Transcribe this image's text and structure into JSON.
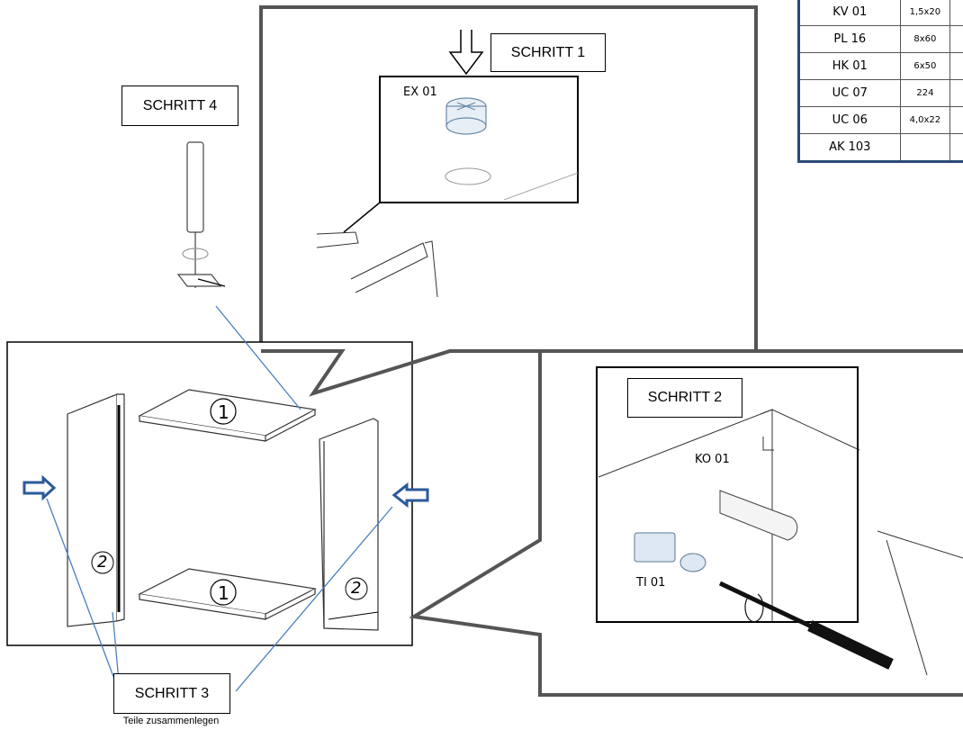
{
  "steps": {
    "step1": "SCHRITT 1",
    "step2": "SCHRITT 2",
    "step3": "SCHRITT 3",
    "step4": "SCHRITT 4"
  },
  "step3_caption": "Teile zusammenlegen",
  "part_labels": {
    "ex01": "EX 01",
    "ko01": "KO 01",
    "ti01": "TI 01"
  },
  "panel_numbers": {
    "top_panel": "1",
    "bottom_panel": "1",
    "left_panel": "2",
    "right_panel": "2"
  },
  "parts_table": [
    {
      "code": "KV 01",
      "size": "1,5x20"
    },
    {
      "code": "PL 16",
      "size": "8x60"
    },
    {
      "code": "HK 01",
      "size": "6x50"
    },
    {
      "code": "UC 07",
      "size": "224"
    },
    {
      "code": "UC 06",
      "size": "4,0x22"
    },
    {
      "code": "AK 103",
      "size": ""
    }
  ],
  "colors": {
    "arrow_blue": "#4a7fc0",
    "table_border": "#2a4a78",
    "outline": "#555555"
  }
}
